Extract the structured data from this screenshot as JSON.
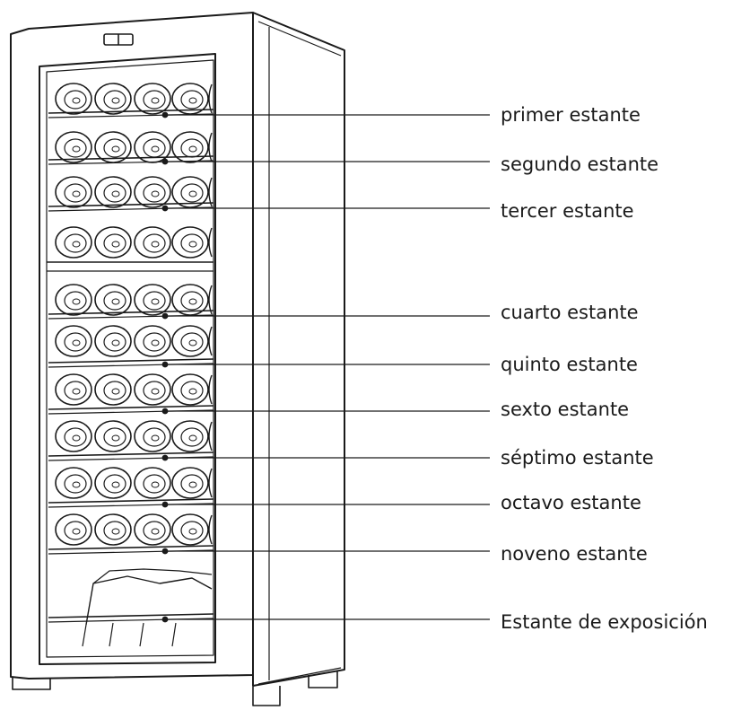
{
  "diagram": {
    "labels": [
      "primer estante",
      "segundo estante",
      "tercer estante",
      "cuarto estante",
      "quinto estante",
      "sexto estante",
      "séptimo estante",
      "octavo estante",
      "noveno estante",
      "Estante de exposición"
    ]
  },
  "colors": {
    "line": "#1a1a1a",
    "text": "#1a1a1a"
  }
}
